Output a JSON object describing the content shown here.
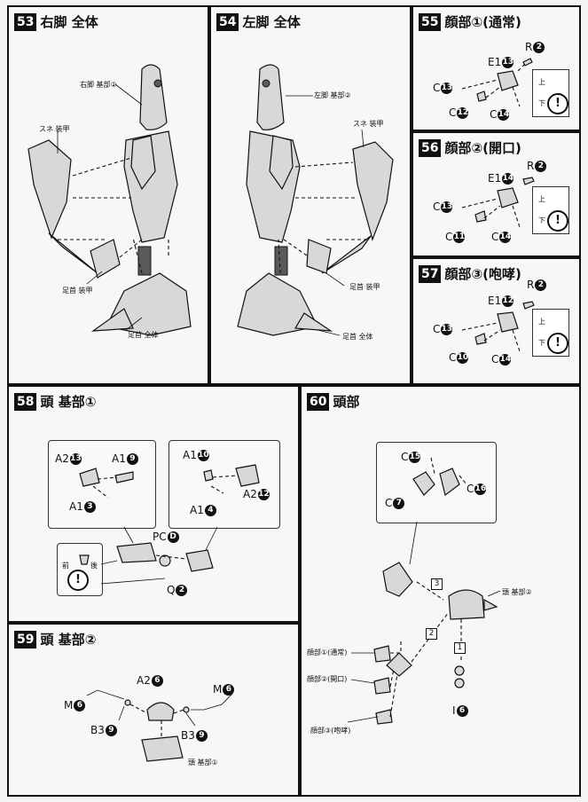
{
  "steps": {
    "s53": {
      "num": "53",
      "title": "右脚 全体",
      "labels": {
        "base": "右脚 基部②",
        "shin": "スネ 装甲",
        "ankle_armor": "足首 装甲",
        "ankle": "足首 全体"
      }
    },
    "s54": {
      "num": "54",
      "title": "左脚 全体",
      "labels": {
        "base": "左脚 基部②",
        "shin": "スネ 装甲",
        "ankle_armor": "足首 装甲",
        "ankle": "足首 全体"
      }
    },
    "s55": {
      "num": "55",
      "title": "顔部①(通常)",
      "parts": {
        "e1": "E1",
        "e1n": "13",
        "r": "R",
        "rn": "2",
        "c1": "C",
        "c1n": "13",
        "c2": "C",
        "c2n": "12",
        "c3": "C",
        "c3n": "14"
      },
      "up": "上",
      "down": "下"
    },
    "s56": {
      "num": "56",
      "title": "顔部②(開口)",
      "parts": {
        "e1": "E1",
        "e1n": "14",
        "r": "R",
        "rn": "2",
        "c1": "C",
        "c1n": "13",
        "c2": "C",
        "c2n": "11",
        "c3": "C",
        "c3n": "14"
      },
      "up": "上",
      "down": "下"
    },
    "s57": {
      "num": "57",
      "title": "顔部③(咆哮)",
      "parts": {
        "e1": "E1",
        "e1n": "12",
        "r": "R",
        "rn": "2",
        "c1": "C",
        "c1n": "13",
        "c2": "C",
        "c2n": "10",
        "c3": "C",
        "c3n": "14"
      },
      "up": "上",
      "down": "下"
    },
    "s58": {
      "num": "58",
      "title": "頭 基部①",
      "parts": {
        "a2": "A2",
        "a2n": "13",
        "a1a": "A1",
        "a1an": "9",
        "a1b": "A1",
        "a1bn": "3",
        "a1c": "A1",
        "a1cn": "10",
        "a2b": "A2",
        "a2bn": "12",
        "a1d": "A1",
        "a1dn": "4",
        "pc": "PC",
        "pcn": "D",
        "q": "Q",
        "qn": "2",
        "front": "前",
        "back": "後"
      }
    },
    "s59": {
      "num": "59",
      "title": "頭 基部②",
      "parts": {
        "a2": "A2",
        "a2n": "6",
        "m1": "M",
        "m1n": "6",
        "m2": "M",
        "m2n": "6",
        "b3a": "B3",
        "b3an": "9",
        "b3b": "B3",
        "b3bn": "9",
        "base": "頭 基部①"
      }
    },
    "s60": {
      "num": "60",
      "title": "頭部",
      "parts": {
        "c15": "C",
        "c15n": "15",
        "c16": "C",
        "c16n": "16",
        "c7": "C",
        "c7n": "7",
        "i": "I",
        "in": "6",
        "head_base": "頭 基部②",
        "face1": "顔部①(通常)",
        "face2": "顔部②(開口)",
        "face3": "顔部③(咆哮)",
        "sq1": "1",
        "sq2": "2",
        "sq3": "3"
      }
    }
  },
  "warn_mark": "!"
}
